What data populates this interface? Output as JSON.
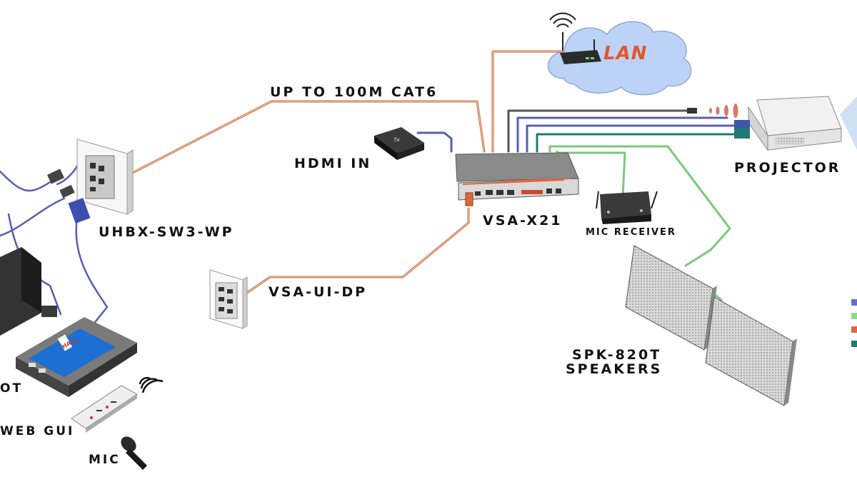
{
  "labels": {
    "cable_run": "UP TO 100M CAT6",
    "hdmi_in": "HDMI IN",
    "wallplate": "UHBX-SW3-WP",
    "main_unit": "VSA-X21",
    "mic_receiver": "MIC RECEIVER",
    "ui_panel": "VSA-UI-DP",
    "speakers_line1": "SPK-820T",
    "speakers_line2": "SPEAKERS",
    "projector": "PROJECTOR",
    "network": "LAN",
    "left_partial_1": "OT",
    "left_partial_2": "WEB GUI",
    "mic": "MIC",
    "tablet_logo": "HALL"
  },
  "legend": {
    "swatch_colors": [
      "#6670cc",
      "#8fd98a",
      "#e0673a",
      "#1f7a74"
    ]
  },
  "colors": {
    "hdbaset_wire": "#c86a3e",
    "hdmi_wire": "#5560b0",
    "speaker_wire": "#7bc87a",
    "control_wire": "#1f7a74",
    "lan_text": "#e2572b",
    "cloud": "#bcd3f7"
  }
}
